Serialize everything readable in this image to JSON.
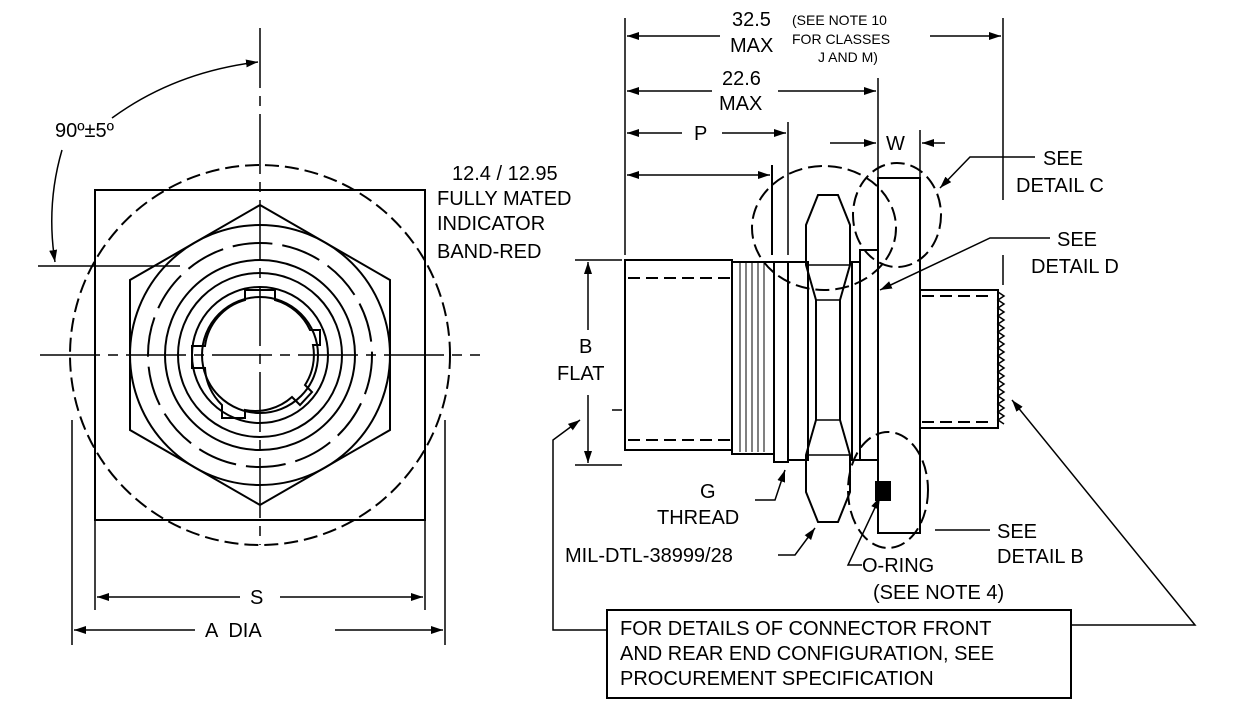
{
  "left_view": {
    "angle_label": "90º±5º",
    "s_label": "S",
    "a_dia_label": "A  DIA"
  },
  "side_view": {
    "dim_325": "32.5",
    "dim_325_max": "MAX",
    "note10_line1": "(SEE NOTE 10",
    "note10_line2": "FOR CLASSES",
    "note10_line3": "J AND M)",
    "dim_226": "22.6",
    "dim_226_max": "MAX",
    "p_label": "P",
    "w_label": "W",
    "band_line1": "12.4 / 12.95",
    "band_line2": "FULLY MATED",
    "band_line3": "INDICATOR",
    "band_line4": "BAND-RED",
    "b_label": "B",
    "flat_label": "FLAT",
    "g_label": "G",
    "thread_label": "THREAD",
    "mil_label": "MIL-DTL-38999/28",
    "oring_line1": "O-RING",
    "oring_line2": "(SEE NOTE 4)",
    "detail_c_line1": "SEE",
    "detail_c_line2": "DETAIL C",
    "detail_d_line1": "SEE",
    "detail_d_line2": "DETAIL D",
    "detail_b_line1": "SEE",
    "detail_b_line2": "DETAIL B"
  },
  "note_box": {
    "line1": "FOR DETAILS OF CONNECTOR FRONT",
    "line2": "AND REAR END CONFIGURATION, SEE",
    "line3": "PROCUREMENT SPECIFICATION"
  }
}
